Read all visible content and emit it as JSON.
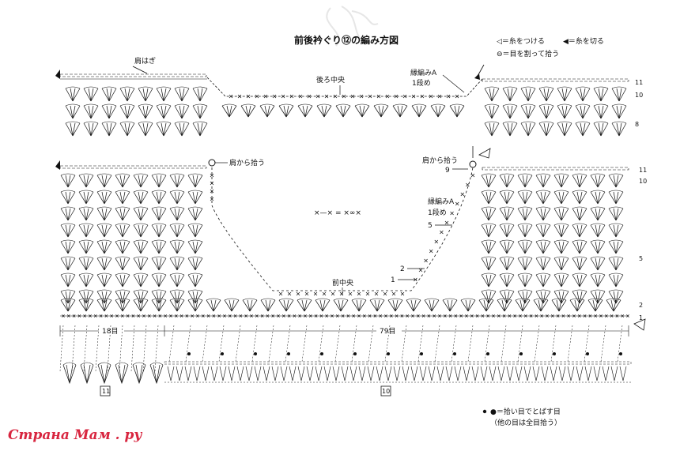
{
  "diagram": {
    "title": "前後衿ぐり⑫の編み方図",
    "legend": {
      "attach": "◁＝糸をつける",
      "cut": "◀＝糸を切る",
      "split": "⊖＝目を割って拾う",
      "bind_operator": "×—× = ×∞×",
      "skip_note_line1": "●＝拾い目でとばす目",
      "skip_note_line2": "（他の目は全目拾う）"
    },
    "back_panel": {
      "shoulder_seam": "肩はぎ",
      "center_back": "後ろ中央",
      "edge_a": "縁編みA",
      "edge_a_row": "1段め",
      "row_labels": [
        "11",
        "10",
        "8"
      ]
    },
    "front_panel": {
      "pickup_left": "肩から拾う",
      "pickup_right": "肩から拾う",
      "edge_a": "縁編みA",
      "edge_a_row": "1段め",
      "center_front": "前中央",
      "inner_rows": {
        "row9": "9",
        "row5": "5",
        "row2": "2",
        "row1": "1"
      },
      "row_labels_right": [
        "11",
        "10",
        "5",
        "2",
        "1"
      ]
    },
    "counts": {
      "left": "18目",
      "right": "79目"
    },
    "sections": {
      "left": "11",
      "right": "10"
    }
  },
  "watermark": "Страна Мам . ру"
}
